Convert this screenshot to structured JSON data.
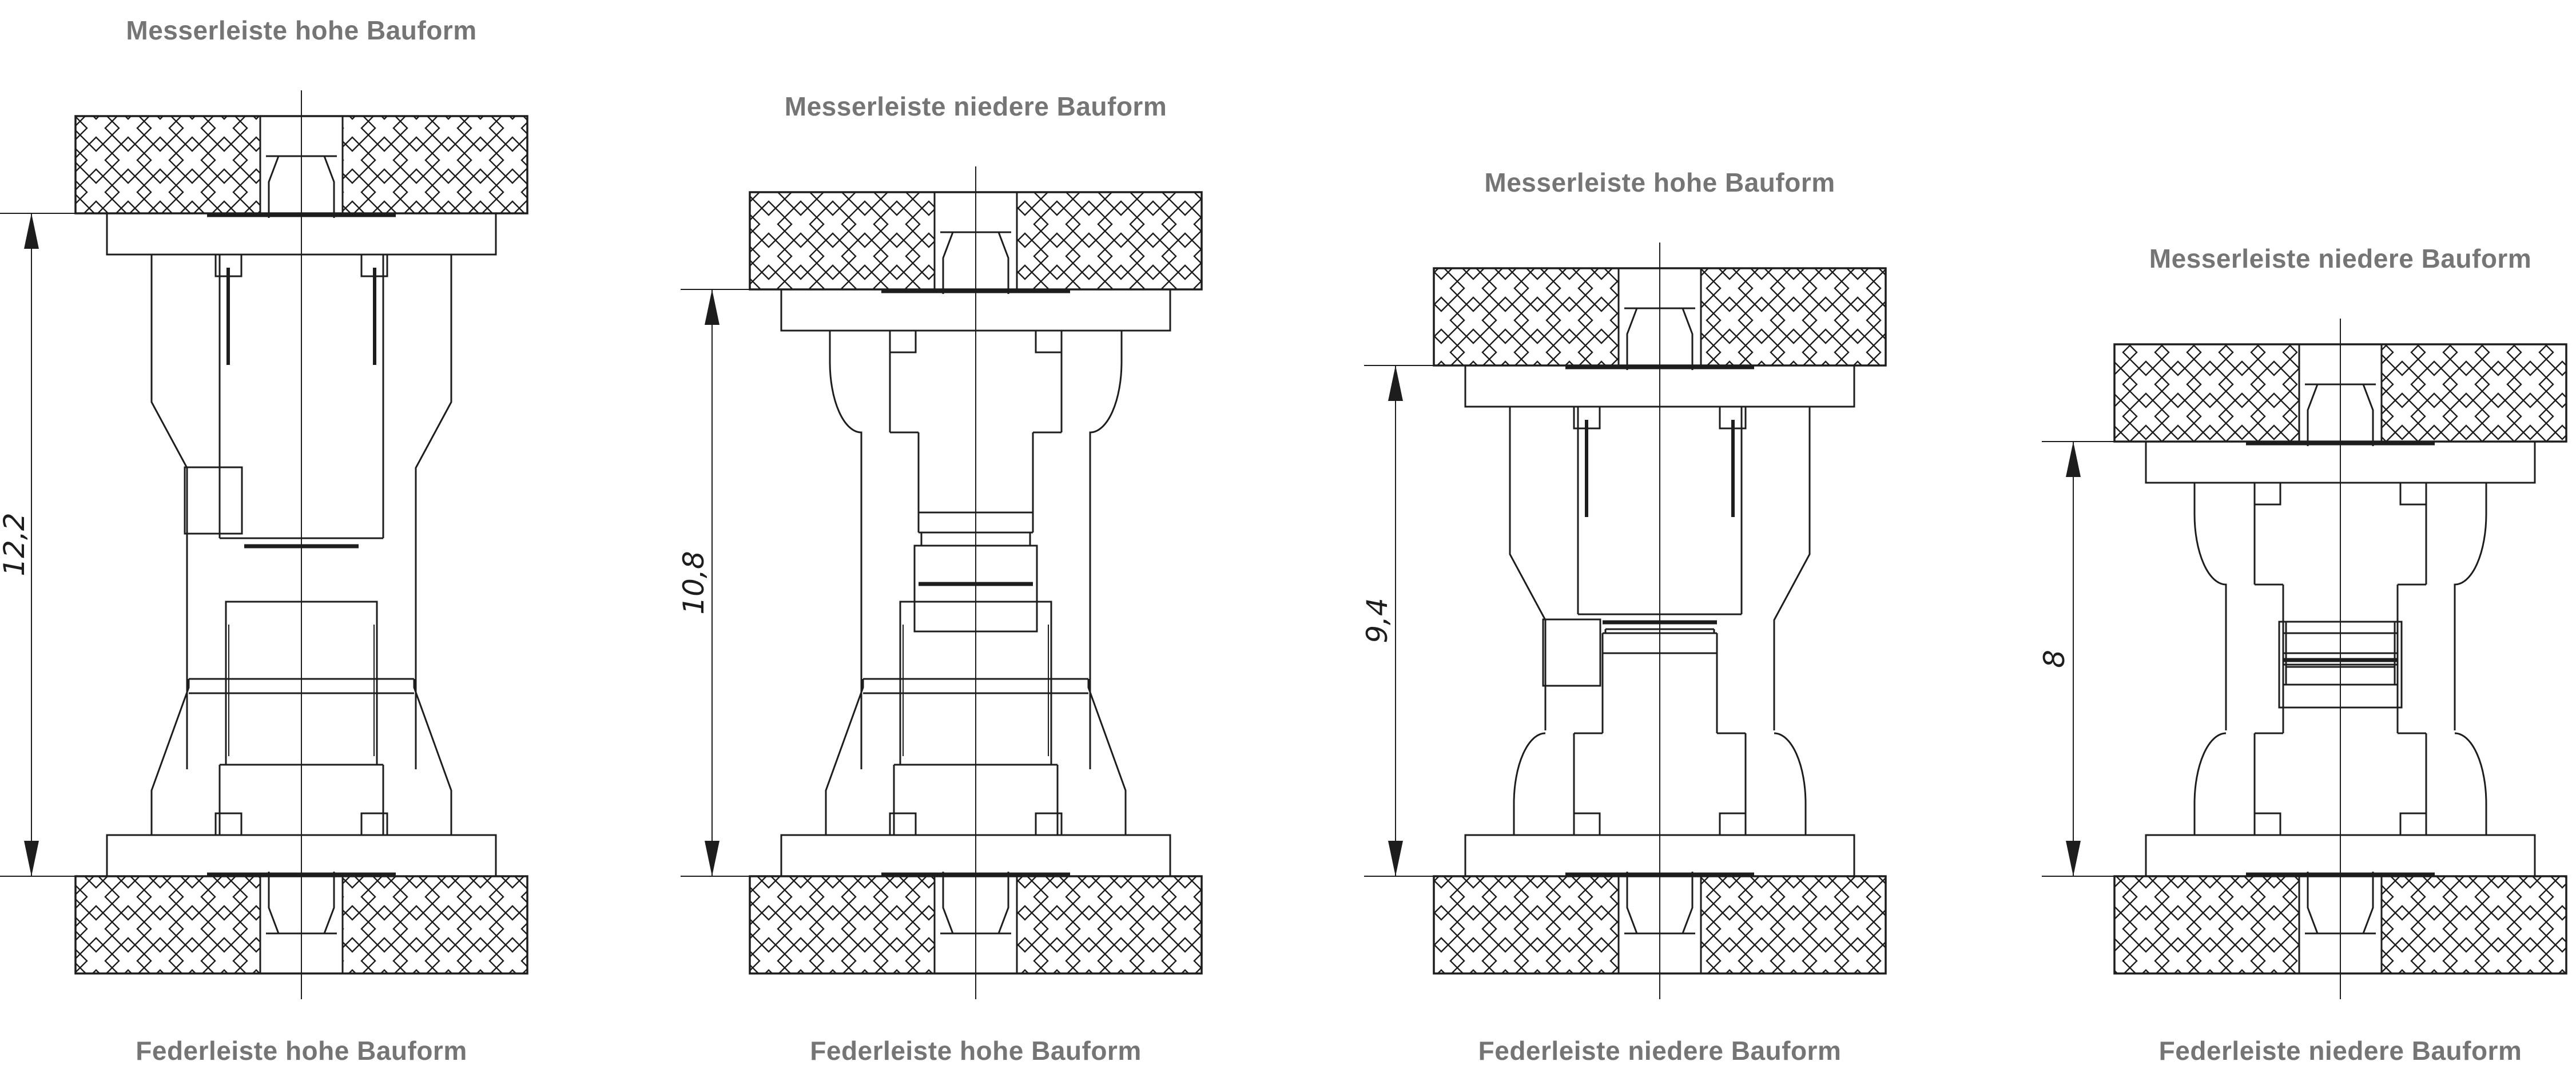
{
  "figure": {
    "description": "Technical cross-section drawing of four board-to-board connector stacking combinations",
    "background_color": "#ffffff",
    "line_color": "#1d1d1d",
    "label_color": "#757575"
  },
  "diagrams": [
    {
      "title": "Messerleiste hohe Bauform",
      "bottom_label": "Federleiste hohe Bauform",
      "dimension": "12,2",
      "top_variant": "hohe",
      "bottom_variant": "hohe"
    },
    {
      "title": "Messerleiste niedere Bauform",
      "bottom_label": "Federleiste hohe Bauform",
      "dimension": "10,8",
      "top_variant": "niedere",
      "bottom_variant": "hohe"
    },
    {
      "title": "Messerleiste hohe Bauform",
      "bottom_label": "Federleiste niedere Bauform",
      "dimension": "9,4",
      "top_variant": "hohe",
      "bottom_variant": "niedere"
    },
    {
      "title": "Messerleiste niedere Bauform",
      "bottom_label": "Federleiste niedere Bauform",
      "dimension": "8",
      "top_variant": "niedere",
      "bottom_variant": "niedere"
    }
  ]
}
